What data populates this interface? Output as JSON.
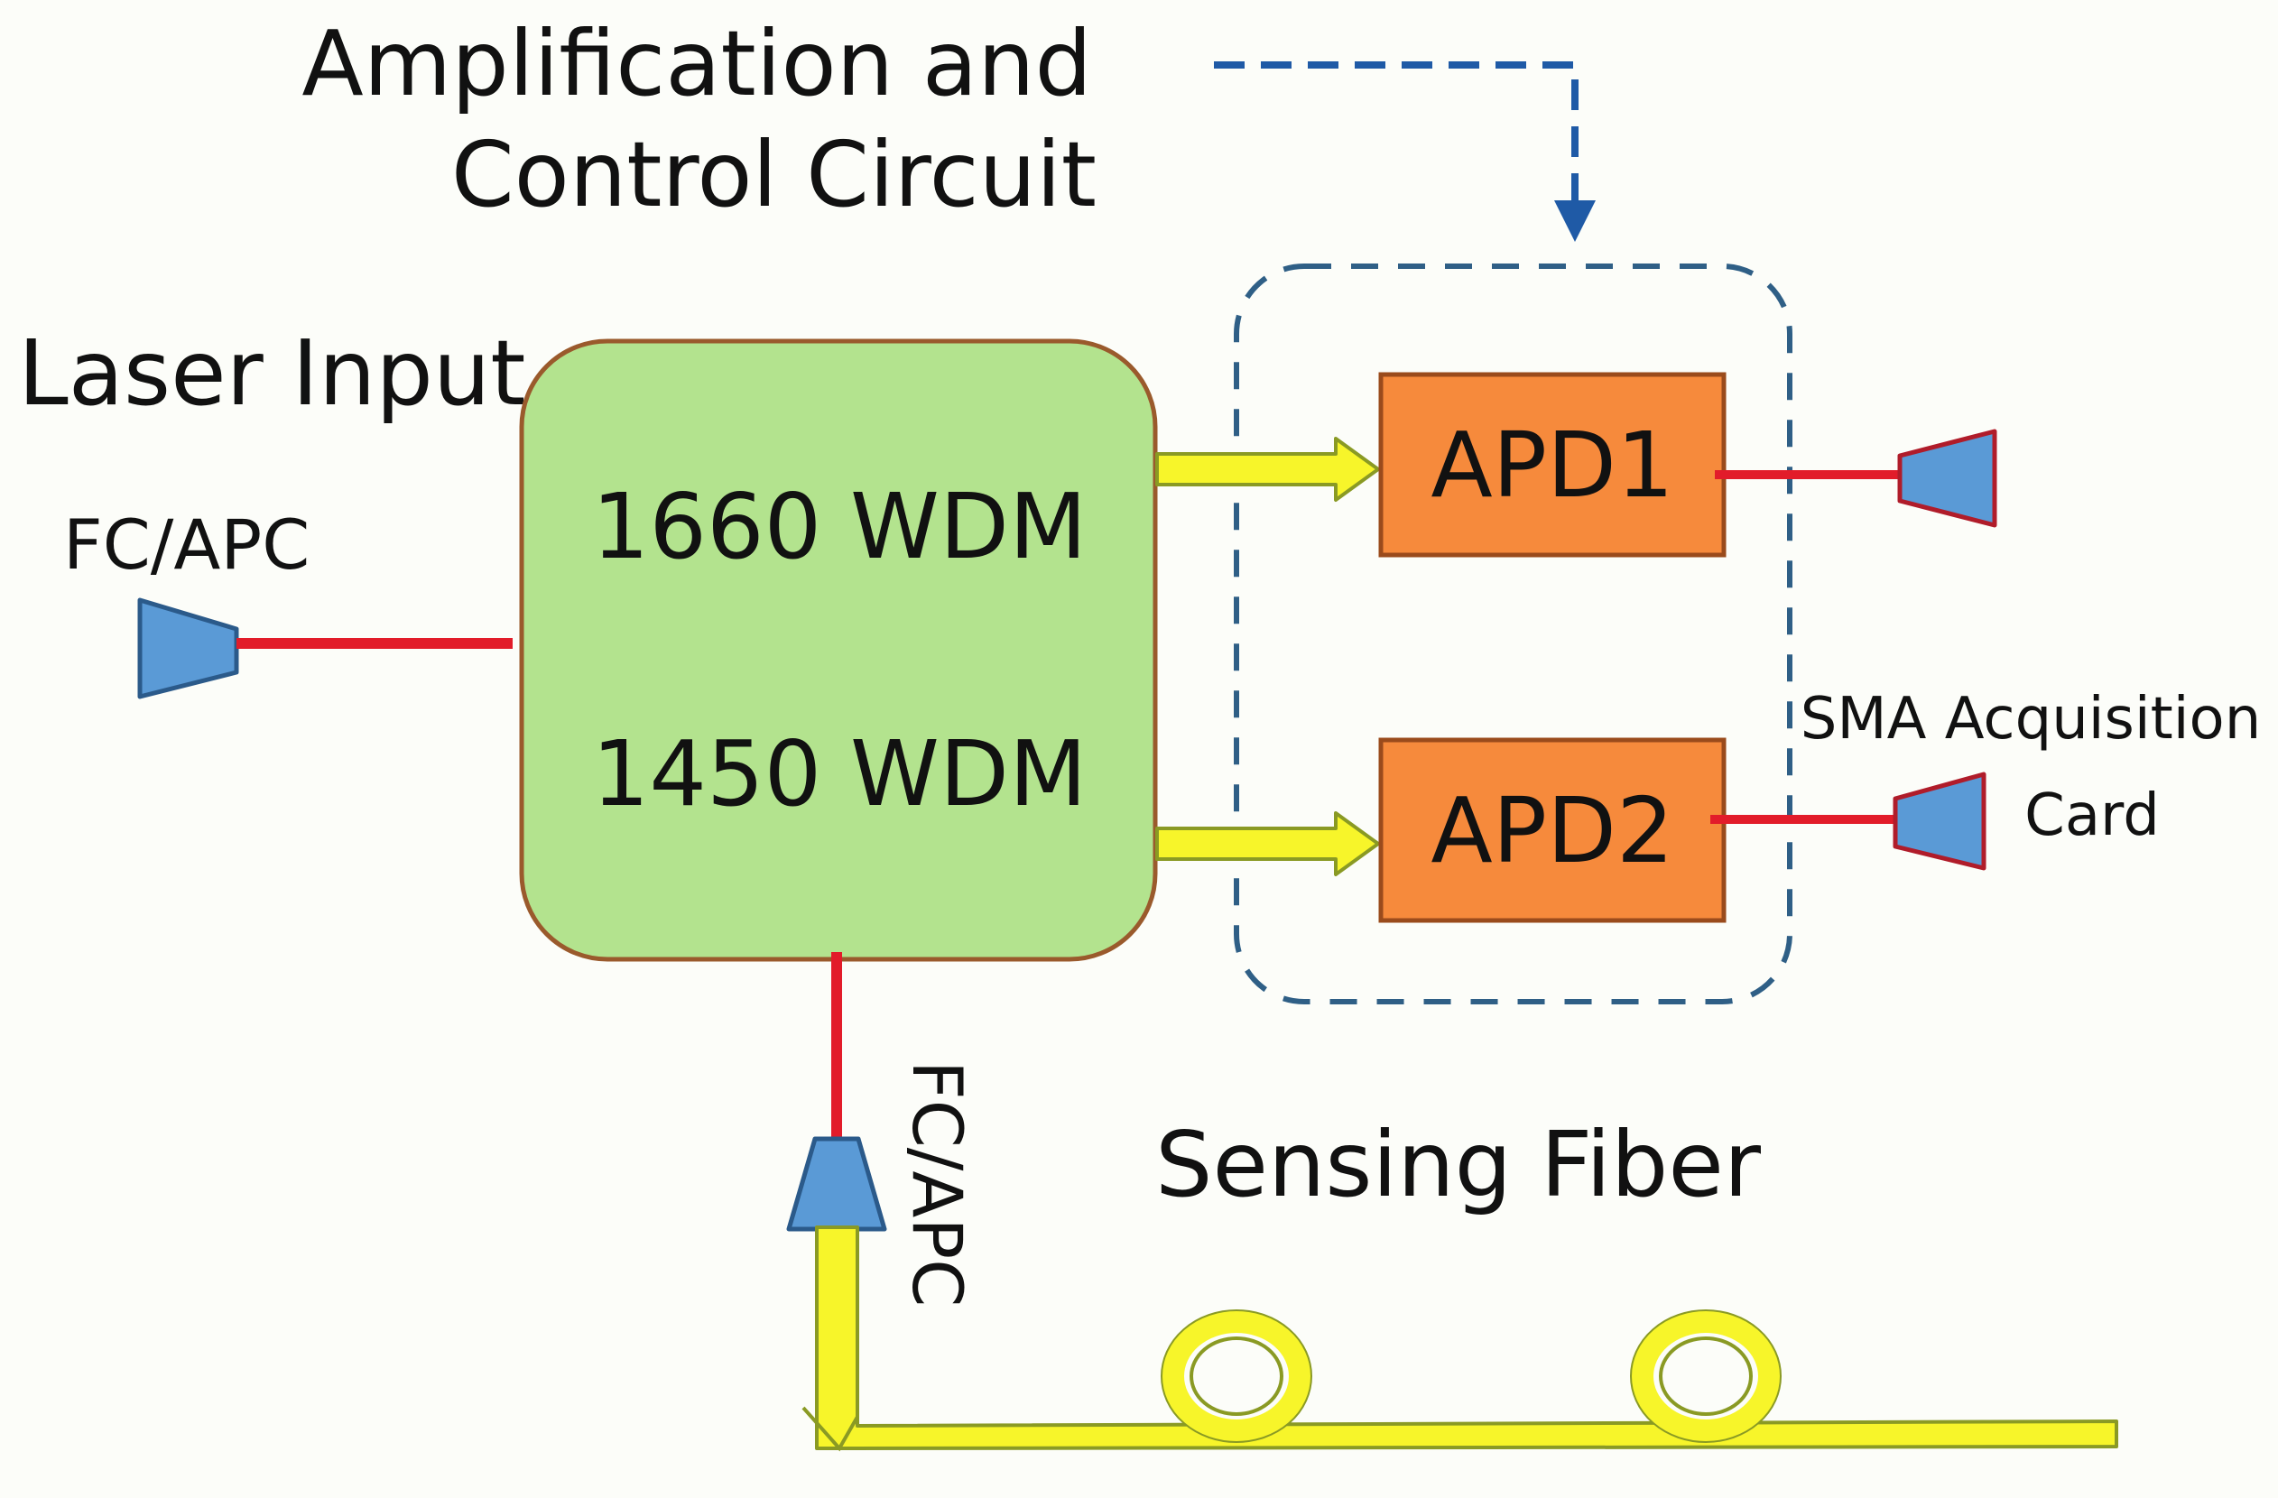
{
  "labels": {
    "amp_line1": "Amplification and",
    "amp_line2": "Control Circuit",
    "laser_input": "Laser Input",
    "fcapc_left": "FC/APC",
    "wdm_1660": "1660 WDM",
    "wdm_1450": "1450 WDM",
    "apd1": "APD1",
    "apd2": "APD2",
    "sma_line1": "SMA Acquisition",
    "sma_line2": "Card",
    "fcapc_bottom": "FC/APC",
    "sensing_fiber": "Sensing Fiber"
  },
  "colors": {
    "wdm_fill": "#b3e38e",
    "wdm_stroke": "#9a5a2c",
    "apd_fill": "#f68a3c",
    "apd_stroke": "#9a4b1c",
    "connector_fill": "#5a9ad6",
    "connector_stroke": "#2b5a8a",
    "red_fiber": "#e21c2a",
    "yellow_fiber": "#f7f52a",
    "yellow_stroke": "#8a9a24",
    "dashed_box": "#2f5f86",
    "dashed_arrow": "#1f5aa6"
  },
  "icons": {
    "connector": "fc-apc-connector-icon",
    "coil": "fiber-coil-icon"
  }
}
